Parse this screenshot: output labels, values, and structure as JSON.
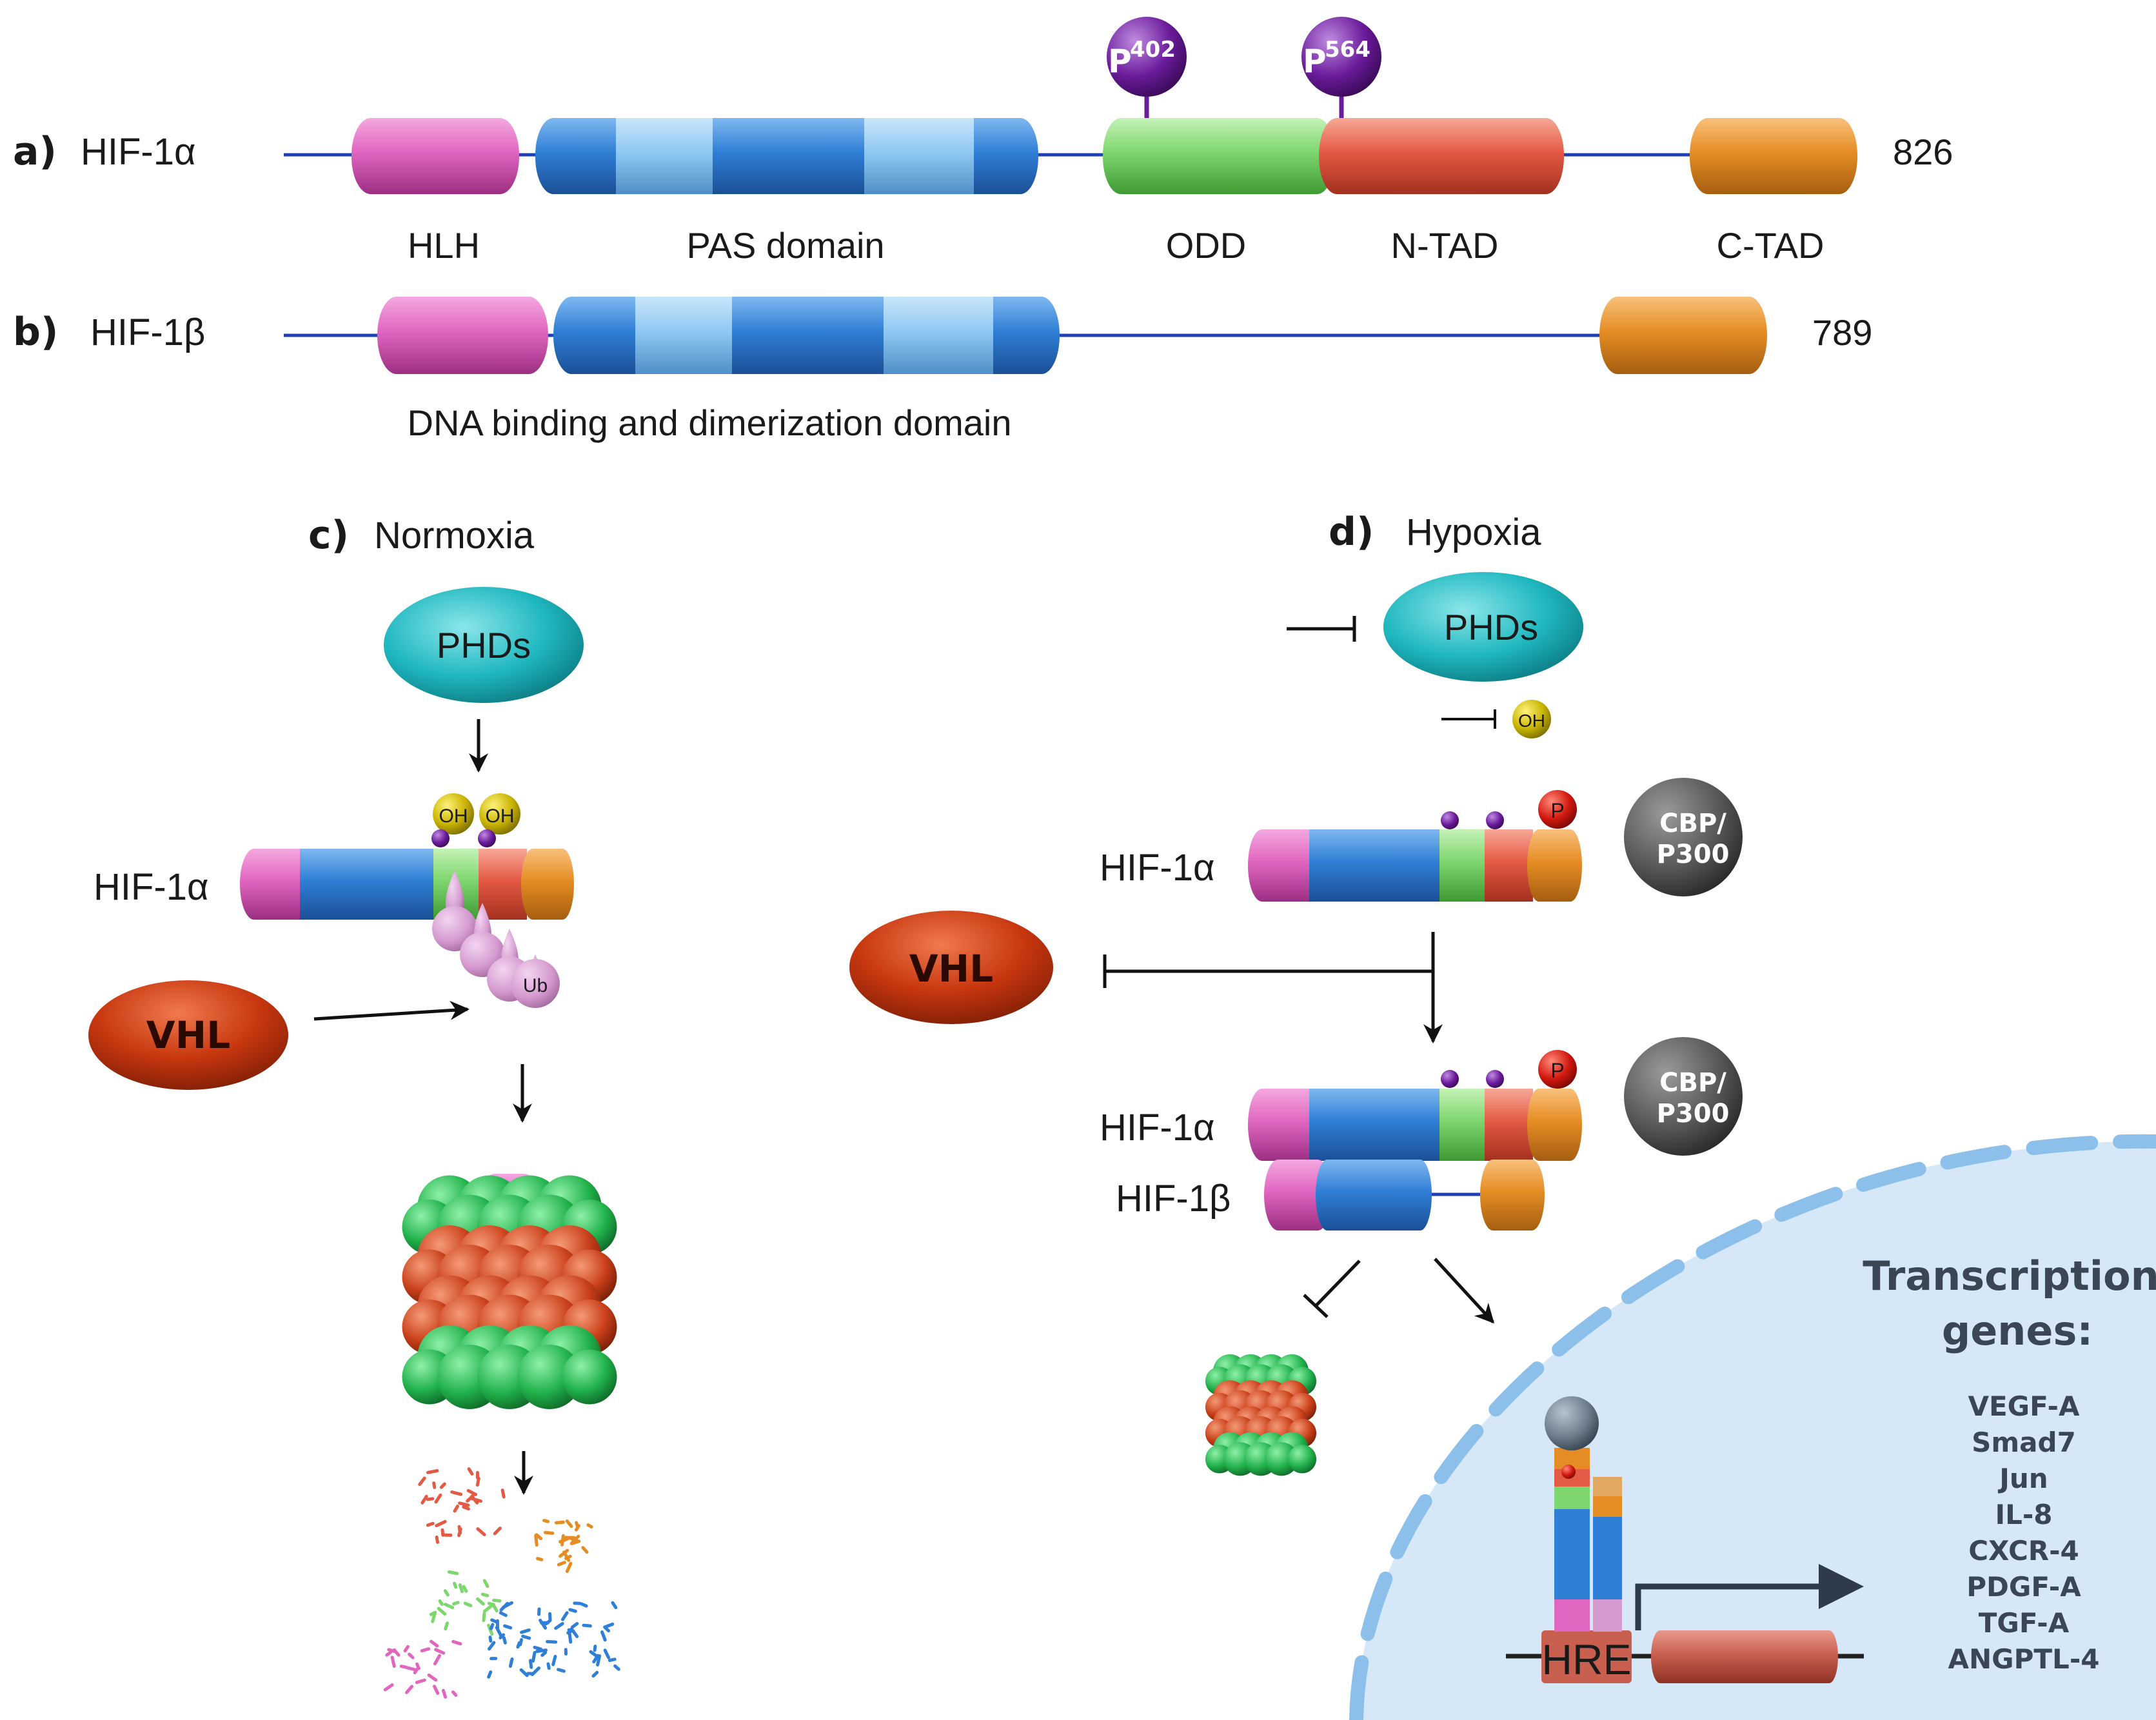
{
  "panels": {
    "a": {
      "letter": "a)",
      "protein": "HIF-1α",
      "length": "826",
      "domains": [
        "HLH",
        "PAS domain",
        "ODD",
        "N-TAD",
        "C-TAD"
      ],
      "sites": [
        "402",
        "564"
      ],
      "site_letter": "P"
    },
    "b": {
      "letter": "b)",
      "protein": "HIF-1β",
      "length": "789",
      "caption": "DNA binding and dimerization domain"
    },
    "c": {
      "letter": "c)",
      "title": "Normoxia",
      "phds": "PHDs",
      "oh": "OH",
      "hif1a": "HIF-1α",
      "vhl": "VHL",
      "ub": "Ub"
    },
    "d": {
      "letter": "d)",
      "title": "Hypoxia",
      "phds": "PHDs",
      "oh": "OH",
      "hif1a_1": "HIF-1α",
      "hif1a_2": "HIF-1α",
      "hif1b": "HIF-1β",
      "vhl": "VHL",
      "p": "P",
      "cbp_line1": "CBP/",
      "cbp_line2": "P300",
      "hre": "HRE",
      "genes_title_1": "Transcription",
      "genes_title_2": "genes:",
      "genes": [
        "VEGF-A",
        "Smad7",
        "Jun",
        "IL-8",
        "CXCR-4",
        "PDGF-A",
        "TGF-A",
        "ANGPTL-4"
      ]
    }
  },
  "colors": {
    "hlh": "#e066c0",
    "pas_dark": "#2f7fd6",
    "pas_light": "#8fc8f2",
    "odd": "#7ed66e",
    "ntad": "#e35a45",
    "ctad": "#e58d24",
    "linker": "#1f3fb5",
    "phospho": "#6a1b9a",
    "phds": "#1fb7bf",
    "vhl": "#c7360f",
    "oh": "#c9b400",
    "proteasome_green": "#22b24c",
    "proteasome_red": "#c9401a",
    "nucleus": "#d6e8f8",
    "cbp": "#555555"
  },
  "icons": [
    "phospho-site-icon",
    "oh-ball-icon",
    "ubiquitin-icon",
    "proteasome-icon",
    "cbp-p300-ball-icon",
    "transcription-arrow-icon",
    "dna-icon"
  ]
}
